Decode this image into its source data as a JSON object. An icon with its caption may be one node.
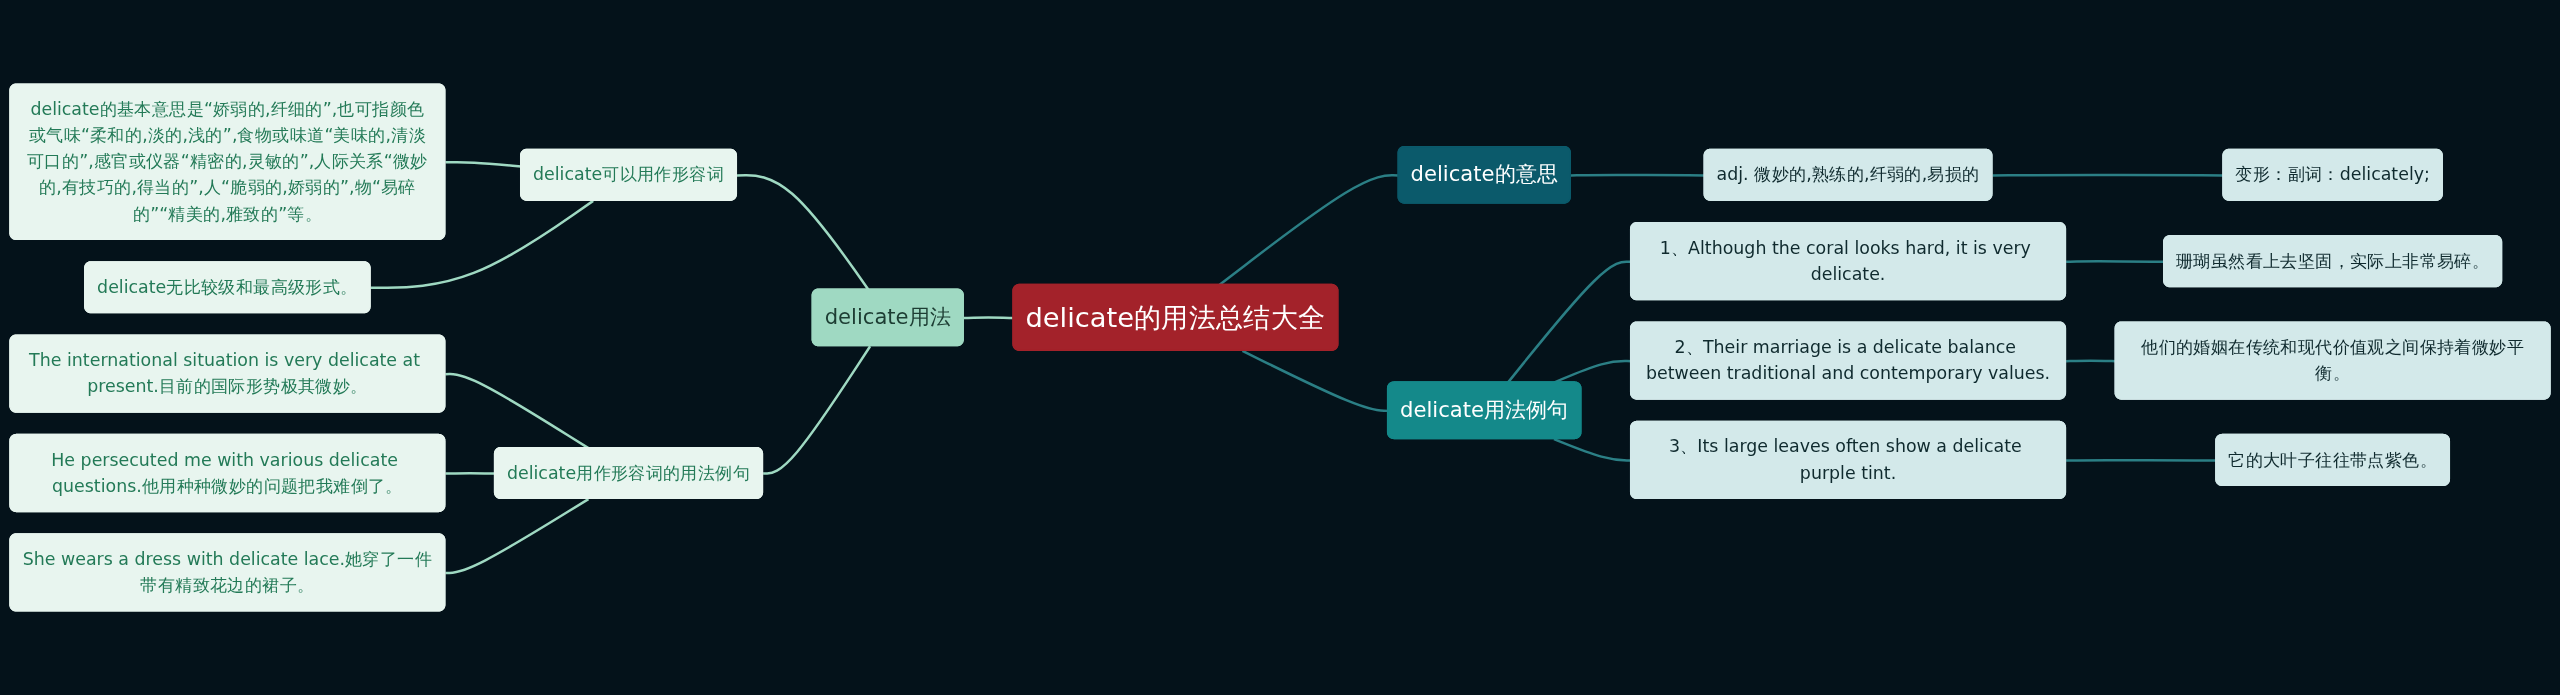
{
  "diagram": {
    "nodes": [
      {
        "text": [
          "delicate的用法总结大全"
        ]
      },
      {
        "text": [
          "delicate的意思"
        ]
      },
      {
        "text": [
          "adj. 微妙的,熟练的,纤弱的,易损的"
        ]
      },
      {
        "text": [
          "变形：副词：delicately;"
        ]
      },
      {
        "text": [
          "delicate用法例句"
        ]
      },
      {
        "text": [
          "1、Although the coral looks hard, it is very delicate."
        ]
      },
      {
        "text": [
          "珊瑚虽然看上去坚固，实际上非常易碎。"
        ]
      },
      {
        "text": [
          "2、Their marriage is a delicate balance between traditional and contemporary values."
        ]
      },
      {
        "text": [
          "他们的婚姻在传统和现代价值观之间保持着微妙平衡。"
        ]
      },
      {
        "text": [
          "3、Its large leaves often show a delicate purple tint."
        ]
      },
      {
        "text": [
          "它的大叶子往往带点紫色。"
        ]
      },
      {
        "text": [
          "delicate用法"
        ]
      },
      {
        "text": [
          "delicate可以用作形容词"
        ]
      },
      {
        "text": [
          "delicate的基本意思是“娇弱的,纤细的”,也可指颜色或气味“柔和的,淡的,浅的”,食物或味道“美味的,清淡可口的”,感官或仪器“精密的,灵敏的”,人际关系“微妙的,有技巧的,得当的”,人“脆弱的,娇弱的”,物“易碎的”“精美的,雅致的”等。"
        ]
      },
      {
        "text": [
          "delicate无比较级和最高级形式。"
        ]
      },
      {
        "text": [
          "delicate用作形容词的用法例句"
        ]
      },
      {
        "text": [
          "The international situation is very delicate at present.目前的国际形势极其微妙。"
        ]
      },
      {
        "text": [
          "He persecuted me with various delicate questions.他用种种微妙的问题把我难倒了。"
        ]
      },
      {
        "text": [
          "She wears a dress with delicate lace.她穿了一件带有精致花边的裙子。"
        ]
      }
    ],
    "edges": [
      {
        "from": 0,
        "to": 1,
        "arrow": "none"
      },
      {
        "from": 1,
        "to": 2,
        "arrow": "none"
      },
      {
        "from": 2,
        "to": 3,
        "arrow": "none"
      },
      {
        "from": 0,
        "to": 4,
        "arrow": "none"
      },
      {
        "from": 4,
        "to": 5,
        "arrow": "none"
      },
      {
        "from": 5,
        "to": 6,
        "arrow": "none"
      },
      {
        "from": 4,
        "to": 7,
        "arrow": "none"
      },
      {
        "from": 7,
        "to": 8,
        "arrow": "none"
      },
      {
        "from": 4,
        "to": 9,
        "arrow": "none"
      },
      {
        "from": 9,
        "to": 10,
        "arrow": "none"
      },
      {
        "from": 0,
        "to": 11,
        "arrow": "none",
        "color": "#9fd9c2"
      },
      {
        "from": 11,
        "to": 12,
        "arrow": "none",
        "color": "#9fd9c2"
      },
      {
        "from": 12,
        "to": 13,
        "arrow": "none",
        "color": "#9fd9c2"
      },
      {
        "from": 12,
        "to": 14,
        "arrow": "none",
        "color": "#9fd9c2"
      },
      {
        "from": 11,
        "to": 15,
        "arrow": "none",
        "color": "#9fd9c2"
      },
      {
        "from": 15,
        "to": 16,
        "arrow": "none",
        "color": "#9fd9c2"
      },
      {
        "from": 15,
        "to": 17,
        "arrow": "none",
        "color": "#9fd9c2"
      },
      {
        "from": 15,
        "to": 18,
        "arrow": "none",
        "color": "#9fd9c2"
      }
    ]
  }
}
